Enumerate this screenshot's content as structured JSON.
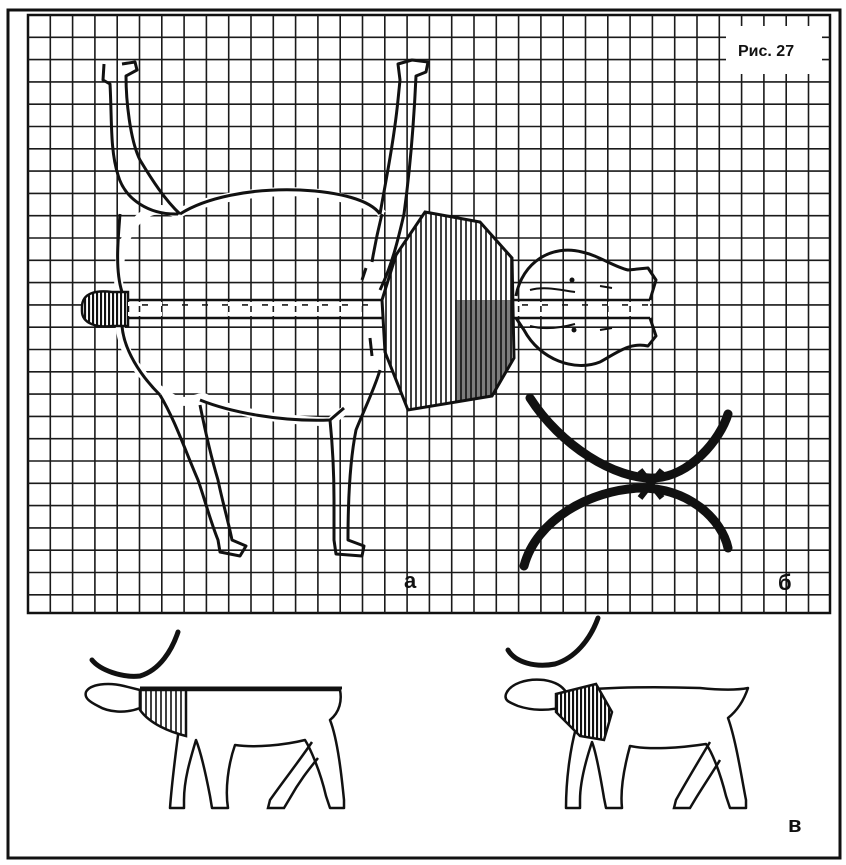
{
  "figure": {
    "caption": "Рис. 27",
    "label_a": "а",
    "label_b": "б",
    "label_v": "в"
  },
  "colors": {
    "ink": "#111111",
    "paper": "#ffffff",
    "grid_line": "#1a1a1a"
  }
}
